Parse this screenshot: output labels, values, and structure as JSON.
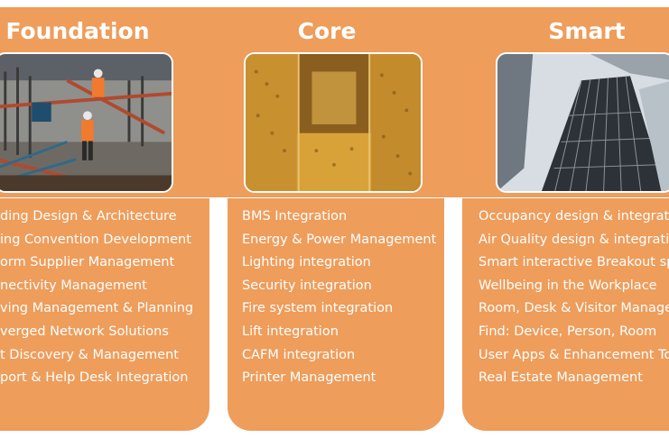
{
  "columns": [
    {
      "title": "Foundation",
      "image_icon": "construction-site-photo",
      "items": [
        "ding Design & Architecture",
        "ing Convention Development",
        "orm Supplier Management",
        "nectivity Management",
        "ving Management & Planning",
        "verged Network Solutions",
        "t Discovery & Management",
        "port & Help Desk Integration"
      ]
    },
    {
      "title": "Core",
      "image_icon": "elevator-shaft-photo",
      "items": [
        "BMS Integration",
        "Energy & Power Management",
        "Lighting integration",
        "Security integration",
        "Fire system integration",
        "Lift integration",
        "CAFM integration",
        "Printer Management"
      ]
    },
    {
      "title": "Smart",
      "image_icon": "skyscrapers-photo",
      "items": [
        "Occupancy design & integration",
        "Air Quality design & integration",
        "Smart interactive Breakout spa",
        "Wellbeing in the Workplace",
        "Room, Desk & Visitor Managem",
        "Find: Device, Person, Room",
        "User Apps & Enhancement Too",
        "Real Estate Management"
      ]
    }
  ],
  "colors": {
    "accent": "#ee9d5b",
    "text": "#ffffff"
  }
}
